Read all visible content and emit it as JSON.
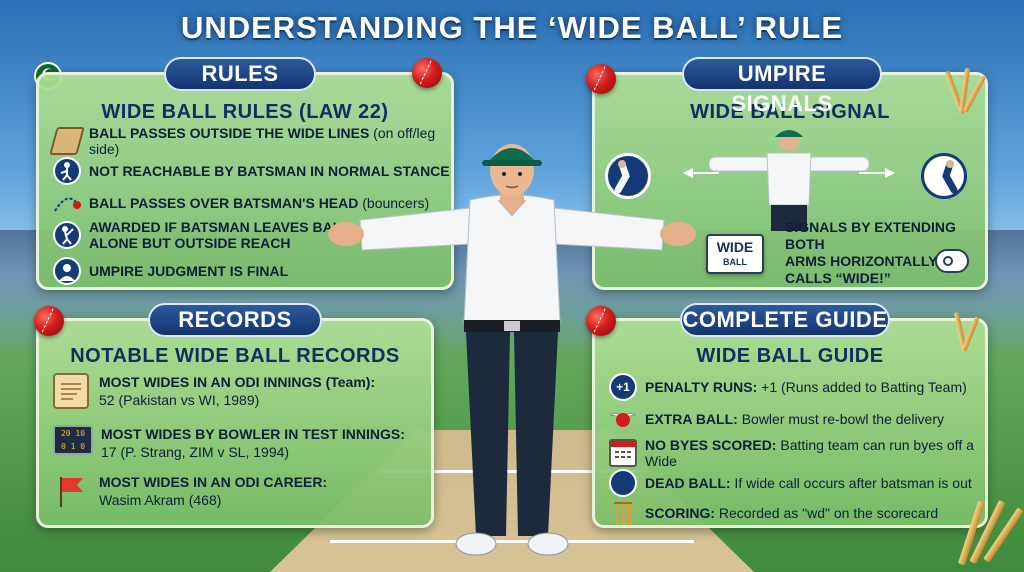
{
  "title": "UNDERSTANDING THE ‘WIDE BALL’ RULE",
  "rules": {
    "heading": "RULES",
    "subheading": "WIDE BALL RULES (LAW 22)",
    "items": [
      {
        "icon": "pitch-lines-icon",
        "bold": "BALL PASSES OUTSIDE THE WIDE LINES",
        "rest": " (on off/leg side)"
      },
      {
        "icon": "batsman-stance-icon",
        "bold": "NOT REACHABLE BY BATSMAN IN NORMAL STANCE",
        "rest": ""
      },
      {
        "icon": "bouncer-icon",
        "bold": "BALL PASSES OVER BATSMAN'S HEAD",
        "rest": " (bouncers)"
      },
      {
        "icon": "batsman-leaving-icon",
        "bold": "AWARDED IF BATSMAN LEAVES BALL",
        "line2": "ALONE BUT OUTSIDE REACH"
      },
      {
        "icon": "umpire-icon",
        "bold": "UMPIRE JUDGMENT IS FINAL",
        "rest": ""
      }
    ]
  },
  "signals": {
    "heading": "UMPIRE SIGNALS",
    "subheading": "WIDE BALL SIGNAL",
    "desc_line1": "SIGNALS BY EXTENDING BOTH",
    "desc_line2": "ARMS HORIZONTALLY",
    "calls": "CALLS “WIDE!”",
    "sign_main": "WIDE",
    "sign_sub": "BALL"
  },
  "records": {
    "heading": "RECORDS",
    "subheading": "NOTABLE WIDE BALL RECORDS",
    "items": [
      {
        "icon": "scroll-icon",
        "title": "MOST WIDES IN AN ODI INNINGS (Team):",
        "detail": "52 (Pakistan vs WI, 1989)"
      },
      {
        "icon": "scoreboard-icon",
        "title": "MOST WIDES BY BOWLER IN TEST INNINGS:",
        "detail": "17 (P. Strang, ZIM v SL, 1994)",
        "board_top": "20 10",
        "board_bottom": "0 1 0"
      },
      {
        "icon": "flag-icon",
        "title": "MOST WIDES IN AN ODI CAREER:",
        "detail": "Wasim Akram (468)"
      }
    ]
  },
  "guide": {
    "heading": "COMPLETE GUIDE",
    "subheading": "WIDE BALL GUIDE",
    "items": [
      {
        "icon": "plus-one-icon",
        "badge": "+1",
        "bold": "PENALTY RUNS:",
        "rest": " +1 (Runs added to Batting Team)"
      },
      {
        "icon": "winged-ball-icon",
        "bold": "EXTRA BALL:",
        "rest": " Bowler must re-bowl the delivery"
      },
      {
        "icon": "calendar-icon",
        "bold": "NO BYES SCORED:",
        "rest": " Batting team can run byes off a Wide"
      },
      {
        "icon": "dead-ball-icon",
        "bold": "DEAD BALL:",
        "rest": " If wide call occurs after batsman is out"
      },
      {
        "icon": "stumps-icon",
        "bold": "SCORING:",
        "rest": " Recorded as \"wd\" on the scorecard"
      }
    ]
  },
  "colors": {
    "panel_border": "#e6f3d8",
    "pill_blue": "#123470",
    "text_dark": "#0e1f3a",
    "ball_red": "#d31d1d"
  }
}
